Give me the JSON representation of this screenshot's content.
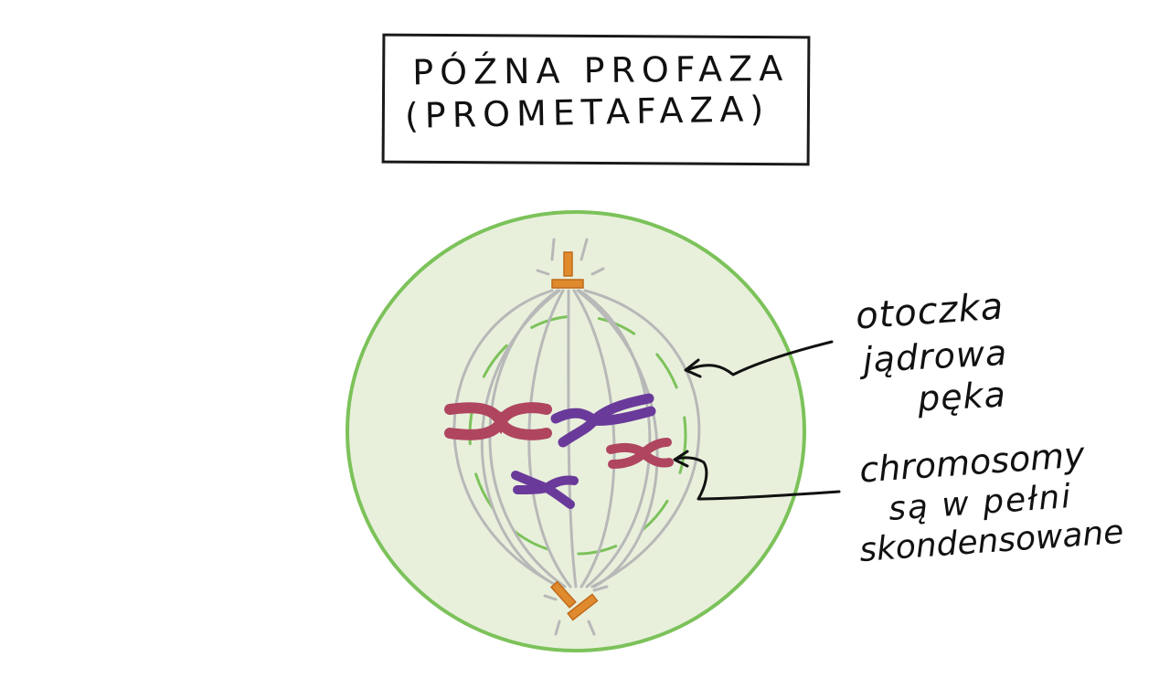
{
  "title": {
    "line1": "PÓŹNA PROFAZA",
    "line2": "(PROMETAFAZA)"
  },
  "annotations": {
    "nuclear_envelope": {
      "line1": "otoczka",
      "line2": "jądrowa",
      "line3": "pęka"
    },
    "chromosomes": {
      "line1": "chromosomy",
      "line2": "są w pełni",
      "line3": "skondensowane"
    }
  },
  "colors": {
    "cell_fill": "#e8f0dc",
    "cell_border": "#7cc25a",
    "nuclear_envelope": "#7cc25a",
    "spindle_fibers": "#b8b8b8",
    "centrosome": "#e08a2e",
    "chromosome_red": "#b04560",
    "chromosome_purple": "#6a3a9a",
    "ink": "#111111"
  }
}
